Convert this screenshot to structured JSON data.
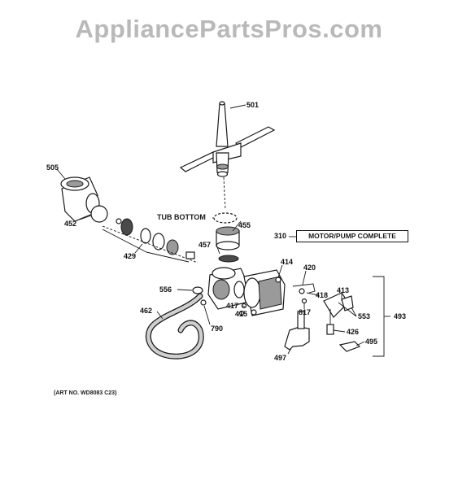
{
  "watermark": "AppliancePartsPros.com",
  "tub_bottom": "TUB BOTTOM",
  "motor_pump_box": {
    "number": "310",
    "label": "MOTOR/PUMP COMPLETE"
  },
  "art_no": "(ART NO. WD8083 C23)",
  "callouts": {
    "c501": "501",
    "c505": "505",
    "c452": "452",
    "c455": "455",
    "c457": "457",
    "c429": "429",
    "c414": "414",
    "c420": "420",
    "c556": "556",
    "c418": "418",
    "c413": "413",
    "c417": "417",
    "c817": "817",
    "c415": "415",
    "c462": "462",
    "c790": "790",
    "c553": "553",
    "c493": "493",
    "c426": "426",
    "c495": "495",
    "c497": "497"
  }
}
